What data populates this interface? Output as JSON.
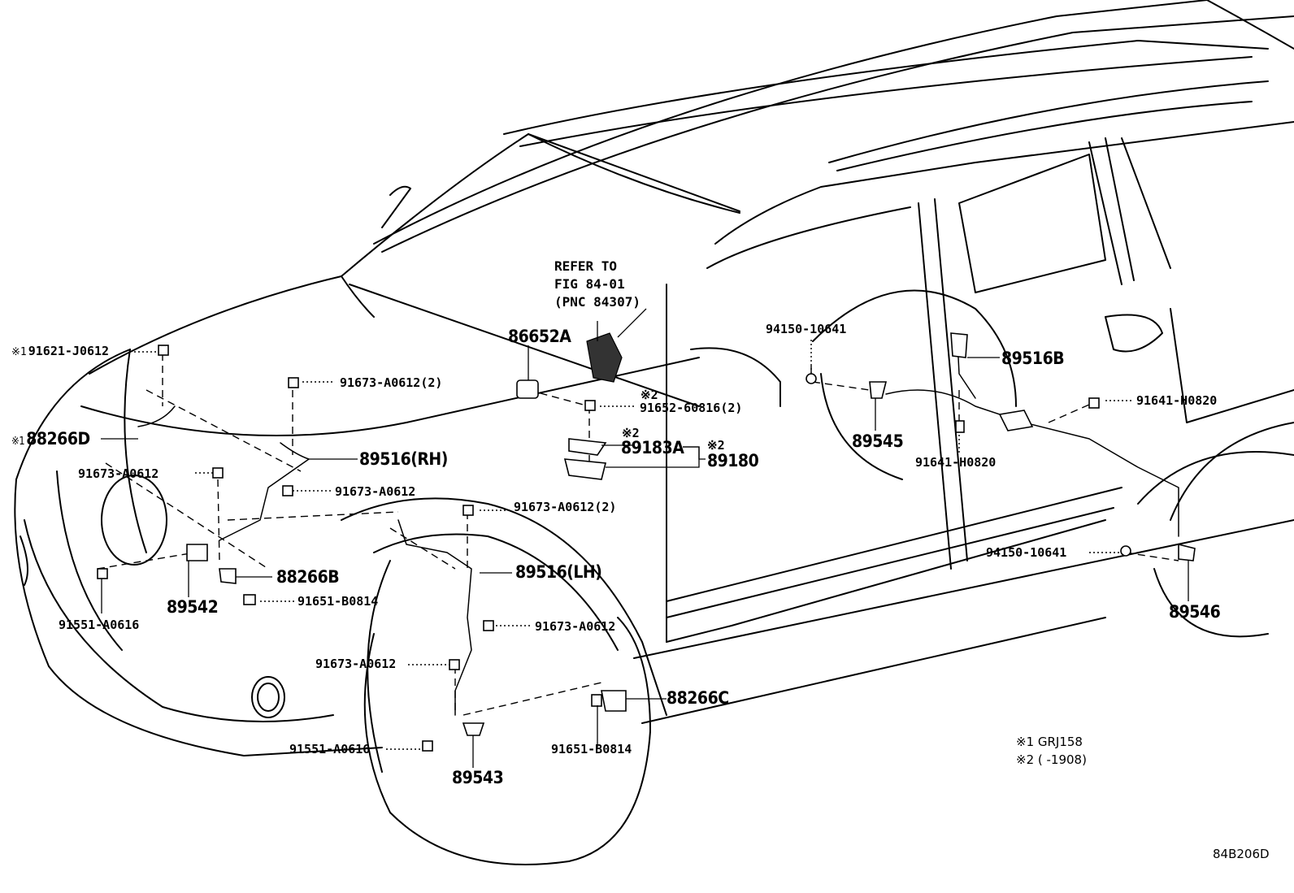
{
  "diagram_id": "84B206D",
  "refer_note": {
    "line1": "REFER TO",
    "line2": "FIG 84-01",
    "line3": "(PNC 84307)"
  },
  "marks": {
    "m1": "※1",
    "m2": "※2"
  },
  "footnotes": {
    "note1": "※1 GRJ158",
    "note2": "※2 (        -1908)"
  },
  "parts": {
    "p91621_J0612": "91621-J0612",
    "p91673_A0612_2_top": "91673-A0612(2)",
    "p88266D": "88266D",
    "p89516_RH": "89516(RH)",
    "p91673_A0612_left": "91673-A0612",
    "p91673_A0612_mid": "91673-A0612",
    "p88266B": "88266B",
    "p91651_B0814_front": "91651-B0814",
    "p89542": "89542",
    "p91551_A0616_left": "91551-A0616",
    "p86652A": "86652A",
    "p91652_60816_2": "91652-60816(2)",
    "p89183A": "89183A",
    "p89180": "89180",
    "p91673_A0612_2_lh": "91673-A0612(2)",
    "p89516_LH": "89516(LH)",
    "p91673_A0612_lh_mid": "91673-A0612",
    "p91673_A0612_lh_low": "91673-A0612",
    "p88266C": "88266C",
    "p91551_A0616_lh": "91551-A0616",
    "p91651_B0814_lh": "91651-B0814",
    "p89543": "89543",
    "p94150_10641_top": "94150-10641",
    "p89545": "89545",
    "p89516B": "89516B",
    "p91641_H0820_right": "91641-H0820",
    "p91641_H0820_mid": "91641-H0820",
    "p94150_10641_low": "94150-10641",
    "p89546": "89546"
  }
}
